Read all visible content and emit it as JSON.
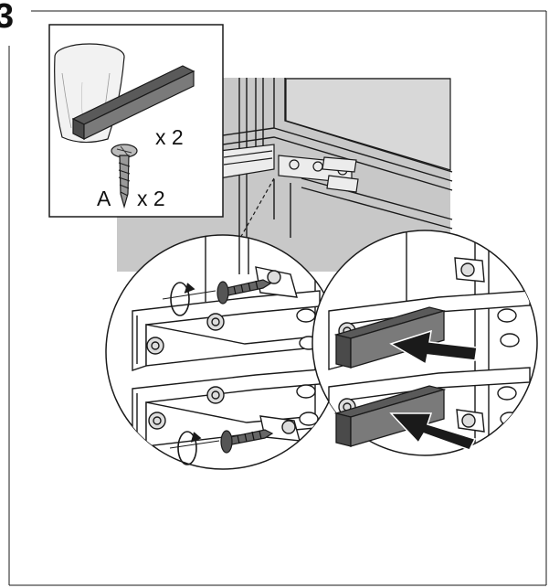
{
  "step": {
    "number": "3"
  },
  "parts_kit": {
    "cover_quantity": "x 2",
    "screw_label": "A",
    "screw_quantity": "x 2"
  },
  "colors": {
    "line": "#1a1a1a",
    "panel_gray": "#c8c8c8",
    "cover_gray": "#7a7a7a",
    "cover_dark": "#4a4a4a",
    "arrow": "#1a1a1a",
    "background": "#ffffff"
  },
  "icons": [
    "screw-icon",
    "rotate-arrow-icon",
    "push-arrow-icon",
    "bag-icon",
    "hinge-cover-icon"
  ]
}
